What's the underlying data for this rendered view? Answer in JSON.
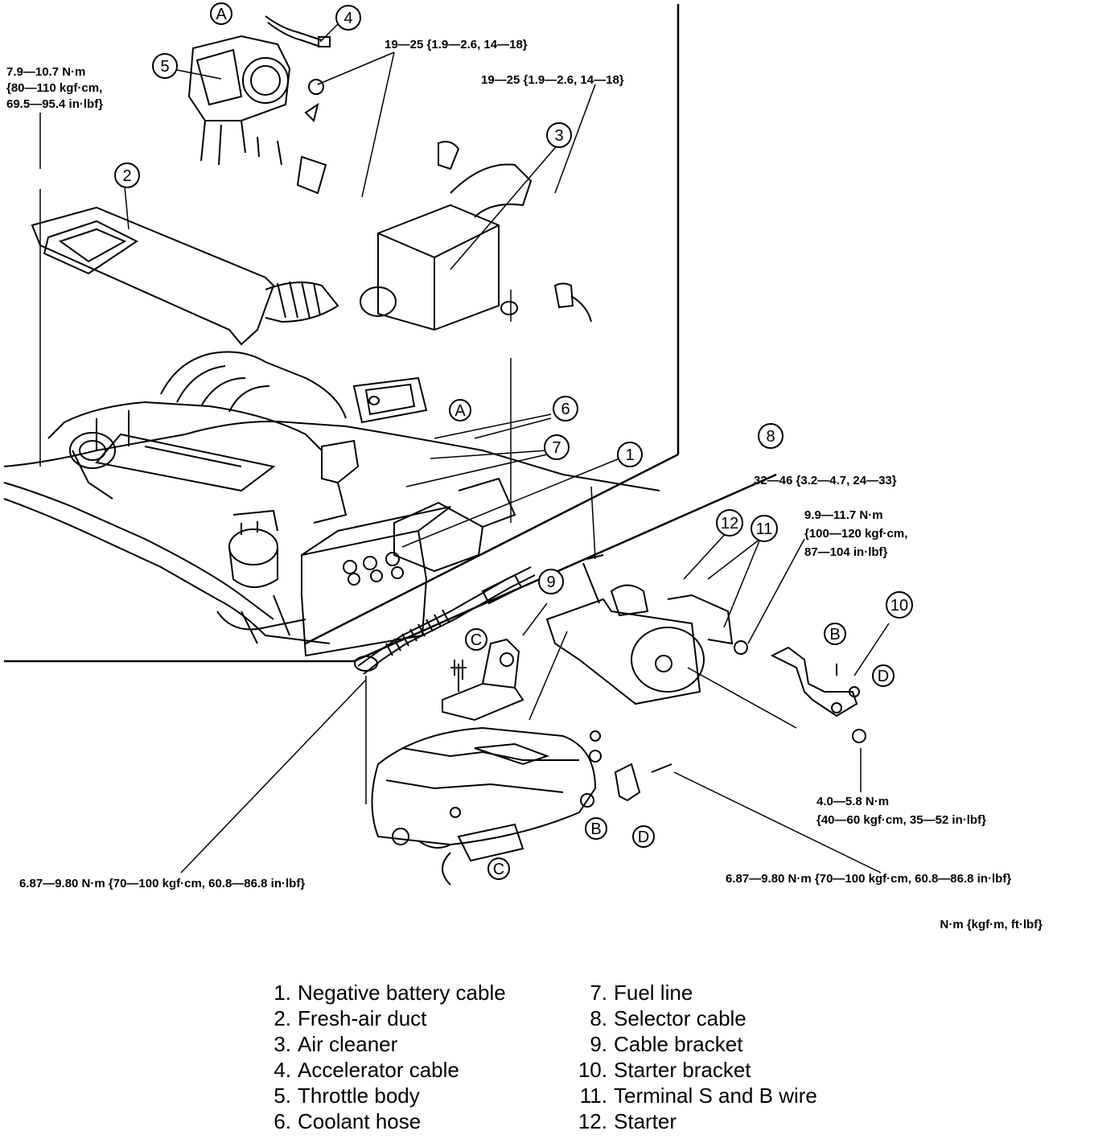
{
  "specs": {
    "s1": [
      "7.9—10.7 N·m",
      "{80—110 kgf·cm,",
      "69.5—95.4 in·lbf}"
    ],
    "s2": "19—25 {1.9—2.6, 14—18}",
    "s3": "19—25 {1.9—2.6, 14—18}",
    "s4": "32—46 {3.2—4.7, 24—33}",
    "s5": [
      "9.9—11.7 N·m",
      "{100—120 kgf·cm,",
      "87—104 in·lbf}"
    ],
    "s6": [
      "4.0—5.8 N·m",
      "{40—60 kgf·cm, 35—52 in·lbf}"
    ],
    "s7": "6.87—9.80 N·m {70—100 kgf·cm, 60.8—86.8 in·lbf}",
    "s8": "6.87—9.80 N·m {70—100 kgf·cm, 60.8—86.8 in·lbf}",
    "units": "N·m {kgf·m, ft·lbf}"
  },
  "callouts": {
    "c1": "1",
    "c2": "2",
    "c3": "3",
    "c4": "4",
    "c5": "5",
    "c6": "6",
    "c7": "7",
    "c8": "8",
    "c9": "9",
    "c10": "10",
    "c11": "11",
    "c12": "12",
    "refA": "A",
    "refB": "B",
    "refC": "C",
    "refD": "D"
  },
  "legend": {
    "left": [
      {
        "num": "1.",
        "label": "Negative battery cable"
      },
      {
        "num": "2.",
        "label": "Fresh-air duct"
      },
      {
        "num": "3.",
        "label": "Air cleaner"
      },
      {
        "num": "4.",
        "label": "Accelerator cable"
      },
      {
        "num": "5.",
        "label": "Throttle body"
      },
      {
        "num": "6.",
        "label": "Coolant hose"
      }
    ],
    "right": [
      {
        "num": "7.",
        "label": "Fuel line"
      },
      {
        "num": "8.",
        "label": "Selector cable"
      },
      {
        "num": "9.",
        "label": "Cable bracket"
      },
      {
        "num": "10.",
        "label": "Starter bracket"
      },
      {
        "num": "11.",
        "label": "Terminal S and B wire"
      },
      {
        "num": "12.",
        "label": "Starter"
      }
    ]
  }
}
